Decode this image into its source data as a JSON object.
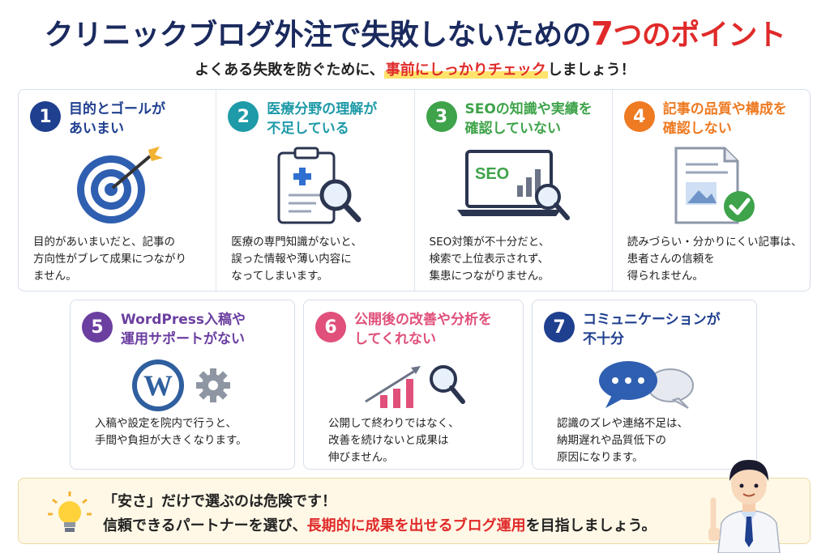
{
  "header": {
    "title_main": "クリニックブログ外注で失敗しないための",
    "title_num": "7",
    "title_tail": "つのポイント",
    "subtitle_pre": "よくある失敗を防ぐために、",
    "subtitle_highlight": "事前にしっかりチェック",
    "subtitle_post": "しましょう！"
  },
  "points": [
    {
      "number": "1",
      "title_line1": "目的とゴールが",
      "title_line2": "あいまい",
      "desc_line1": "目的があいまいだと、記事の",
      "desc_line2": "方向性がブレて成果につながり",
      "desc_line3": "ません。",
      "color": "#1f3f8f"
    },
    {
      "number": "2",
      "title_line1": "医療分野の理解が",
      "title_line2": "不足している",
      "desc_line1": "医療の専門知識がないと、",
      "desc_line2": "誤った情報や薄い内容に",
      "desc_line3": "なってしまいます。",
      "color": "#1e9aa8"
    },
    {
      "number": "3",
      "title_line1": "SEOの知識や実績を",
      "title_line2": "確認していない",
      "desc_line1": "SEO対策が不十分だと、",
      "desc_line2": "検索で上位表示されず、",
      "desc_line3": "集患につながりません。",
      "color": "#3ea34a",
      "icon_text": "SEO"
    },
    {
      "number": "4",
      "title_line1": "記事の品質や構成を",
      "title_line2": "確認しない",
      "desc_line1": "読みづらい・分かりにくい記事は、",
      "desc_line2": "患者さんの信頼を",
      "desc_line3": "得られません。",
      "color": "#ee7a22"
    },
    {
      "number": "5",
      "title_line1": "WordPress入稿や",
      "title_line2": "運用サポートがない",
      "desc_line1": "入稿や設定を院内で行うと、",
      "desc_line2": "手間や負担が大きくなります。",
      "desc_line3": "",
      "color": "#6b3fa0"
    },
    {
      "number": "6",
      "title_line1": "公開後の改善や分析を",
      "title_line2": "してくれない",
      "desc_line1": "公開して終わりではなく、",
      "desc_line2": "改善を続けないと成果は",
      "desc_line3": "伸びません。",
      "color": "#e0507a"
    },
    {
      "number": "7",
      "title_line1": "コミュニケーションが",
      "title_line2": "不十分",
      "desc_line1": "認識のズレや連絡不足は、",
      "desc_line2": "納期遅れや品質低下の",
      "desc_line3": "原因になります。",
      "color": "#1f3f8f"
    }
  ],
  "bottom": {
    "line1": "「安さ」だけで選ぶのは危険です！",
    "line2_pre": "信頼できるパートナーを選び、",
    "line2_highlight": "長期的に成果を出せるブログ運用",
    "line2_post": "を目指しましょう。"
  },
  "colors": {
    "navy": "#1a2a5e",
    "accent_red": "#e02a2a",
    "highlight_yellow": "#ffe36a",
    "bottom_bg": "#fff8e6"
  }
}
